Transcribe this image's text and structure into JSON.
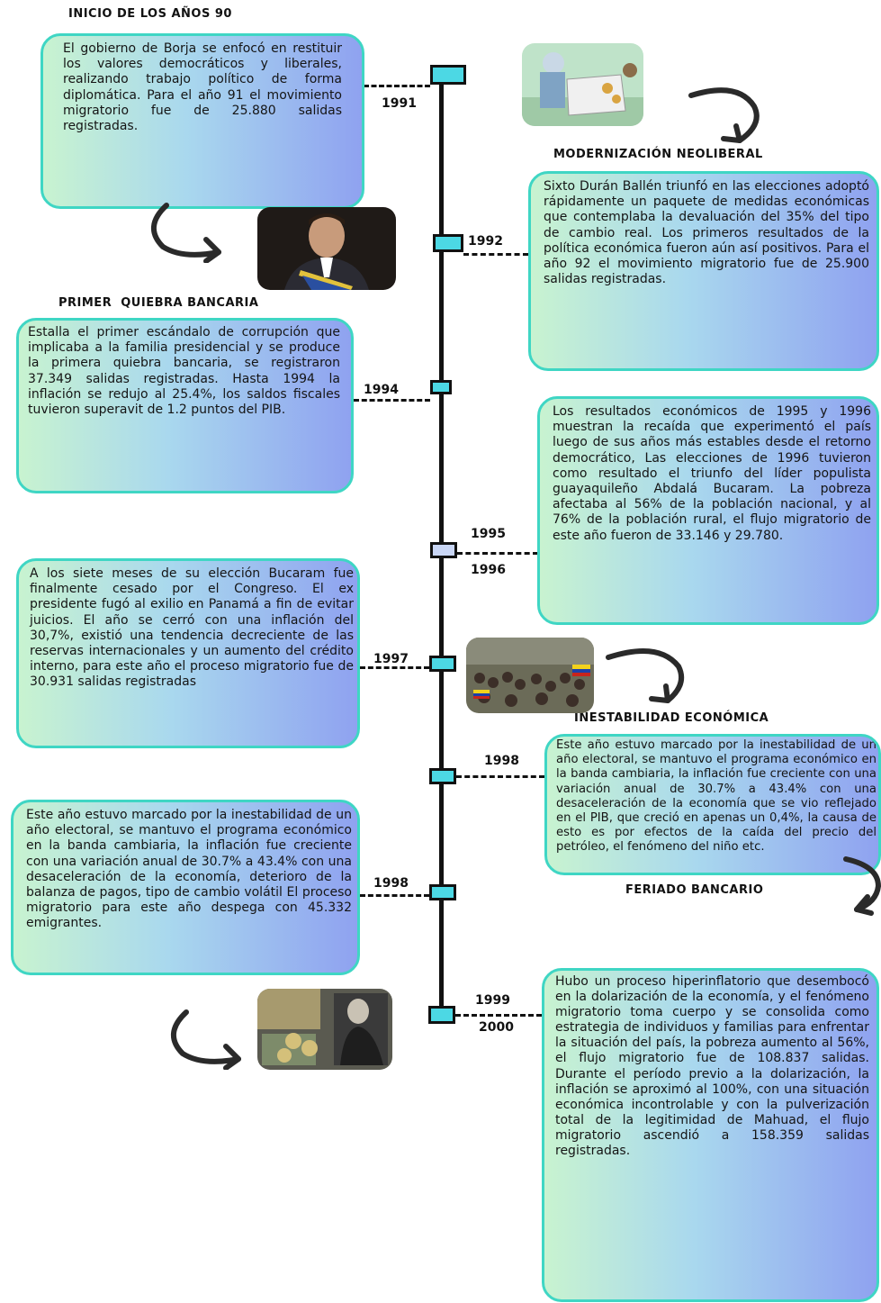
{
  "headings": {
    "h1": "INICIO DE LOS AÑOS 90",
    "h2": "MODERNIZACIÓN NEOLIBERAL",
    "h3": "PRIMER  QUIEBRA BANCARIA",
    "h4": "INESTABILIDAD ECONÓMICA",
    "h5": "FERIADO BANCARIO"
  },
  "years": {
    "y1991": "1991",
    "y1992": "1992",
    "y1994": "1994",
    "y1995": "1995",
    "y1996": "1996",
    "y1997": "1997",
    "y1998a": "1998",
    "y1998b": "1998",
    "y1999": "1999",
    "y2000": "2000"
  },
  "boxes": {
    "b1991": "El gobierno de Borja se enfocó en restituir los valores democráticos y liberales, realizando trabajo político de forma diplomática. Para el año 91 el movimiento migratorio fue de 25.880 salidas registradas.",
    "b1992": "Sixto Durán Ballén triunfó en las elecciones adoptó rápidamente un paquete de medidas económicas que contemplaba la devaluación del 35% del tipo de cambio real. Los primeros resultados de la política económica fueron aún así positivos. Para el año 92 el movimiento migratorio fue de 25.900 salidas registradas.",
    "b1994": "Estalla el primer escándalo de corrupción que implicaba a la familia presidencial y se produce la primera quiebra bancaria, se registraron 37.349 salidas registradas. Hasta 1994 la inflación se redujo al 25.4%, los saldos fiscales tuvieron superavit de 1.2 puntos del PIB.",
    "b1995": "Los resultados económicos de 1995 y 1996 muestran la recaída que experimentó el país luego de sus años más estables desde el retorno democrático, Las elecciones de 1996 tuvieron como resultado el triunfo del líder populista guayaquileño Abdalá Bucaram. La pobreza afectaba al 56% de la población nacional, y al 76% de la población rural, el flujo migratorio de este año fueron de 33.146 y 29.780.",
    "b1997": "A los siete meses de su elección Bucaram fue finalmente cesado por el Congreso. El ex presidente fugó al exilio en Panamá a fin de evitar juicios. El año se cerró con una inflación del 30,7%, existió una tendencia decreciente de las reservas internacionales y un aumento del crédito interno, para este año el proceso migratorio fue de 30.931 salidas registradas",
    "b1998r": "Este año estuvo marcado por la inestabilidad de un año electoral, se mantuvo el programa económico en la banda cambiaria, la inflación fue creciente con una variación anual de 30.7% a 43.4% con una desaceleración de la economía que se vio reflejado en el PIB, que creció en apenas un 0,4%, la causa de esto es por efectos de la caída del precio del petróleo, el fenómeno del niño etc.",
    "b1998l": "Este año estuvo marcado por la inestabilidad de un año electoral, se mantuvo el programa económico en la banda cambiaria, la inflación fue creciente con una variación anual de 30.7% a 43.4% con una desaceleración de la economía, deterioro de la balanza de pagos, tipo de cambio volátil El proceso migratorio para este año despega con 45.332 emigrantes.",
    "b1999": "Hubo un proceso hiperinflatorio que desembocó en la dolarización de la economía, y el fenómeno migratorio toma cuerpo y se consolida como estrategia de individuos y familias para enfrentar la situación del país, la pobreza aumento al 56%, el flujo migratorio fue de 108.837 salidas. Durante el período previo a la dolarización, la inflación se aproximó al 100%, con una situación económica incontrolable y con la pulverización total de la legitimidad de Mahuad, el flujo migratorio ascendió a 158.359 salidas registradas."
  },
  "colors": {
    "node": "#4cd8e4",
    "border": "#3fd6c4",
    "gradient_start": "#c8f3d0",
    "gradient_end": "#8fa2f0"
  }
}
